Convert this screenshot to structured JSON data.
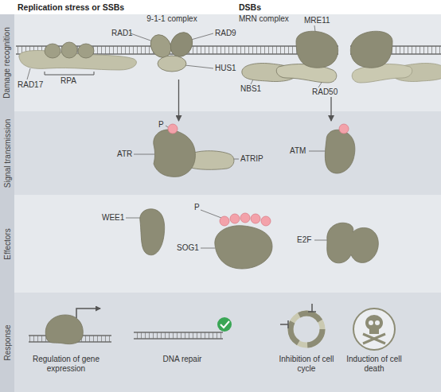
{
  "diagram": {
    "nodes": [
      {
        "text": [
          "Damage recognition"
        ]
      },
      {
        "text": [
          "Signal transmission"
        ]
      },
      {
        "text": [
          "Effectors"
        ]
      },
      {
        "text": [
          "Response"
        ]
      },
      {
        "text": [
          "9-1-1 complex"
        ],
        "in": 0
      },
      {
        "text": [
          "MRN complex"
        ],
        "in": 0
      },
      {
        "text": [
          "ATR"
        ],
        "in": 1
      },
      {
        "text": [
          "ATM"
        ],
        "in": 1
      },
      {
        "text": [
          "WEE1"
        ],
        "in": 2
      },
      {
        "text": [
          "SOG1"
        ],
        "in": 2
      },
      {
        "text": [
          "E2F"
        ],
        "in": 2
      }
    ],
    "edges": [
      {
        "from": 4,
        "to": 6,
        "arrow": "to"
      },
      {
        "from": 5,
        "to": 7,
        "arrow": "to"
      }
    ],
    "labels": [
      "Replication stress or SSBs",
      "DSBs",
      "RAD1",
      "RAD9",
      "HUS1",
      "RAD17",
      "RPA",
      "MRE11",
      "RAD50",
      "NBS1",
      "P",
      "ATRIP",
      "P",
      "Regulation of gene expression",
      "DNA repair",
      "Inhibition of cell cycle",
      "Induction of cell death"
    ]
  }
}
